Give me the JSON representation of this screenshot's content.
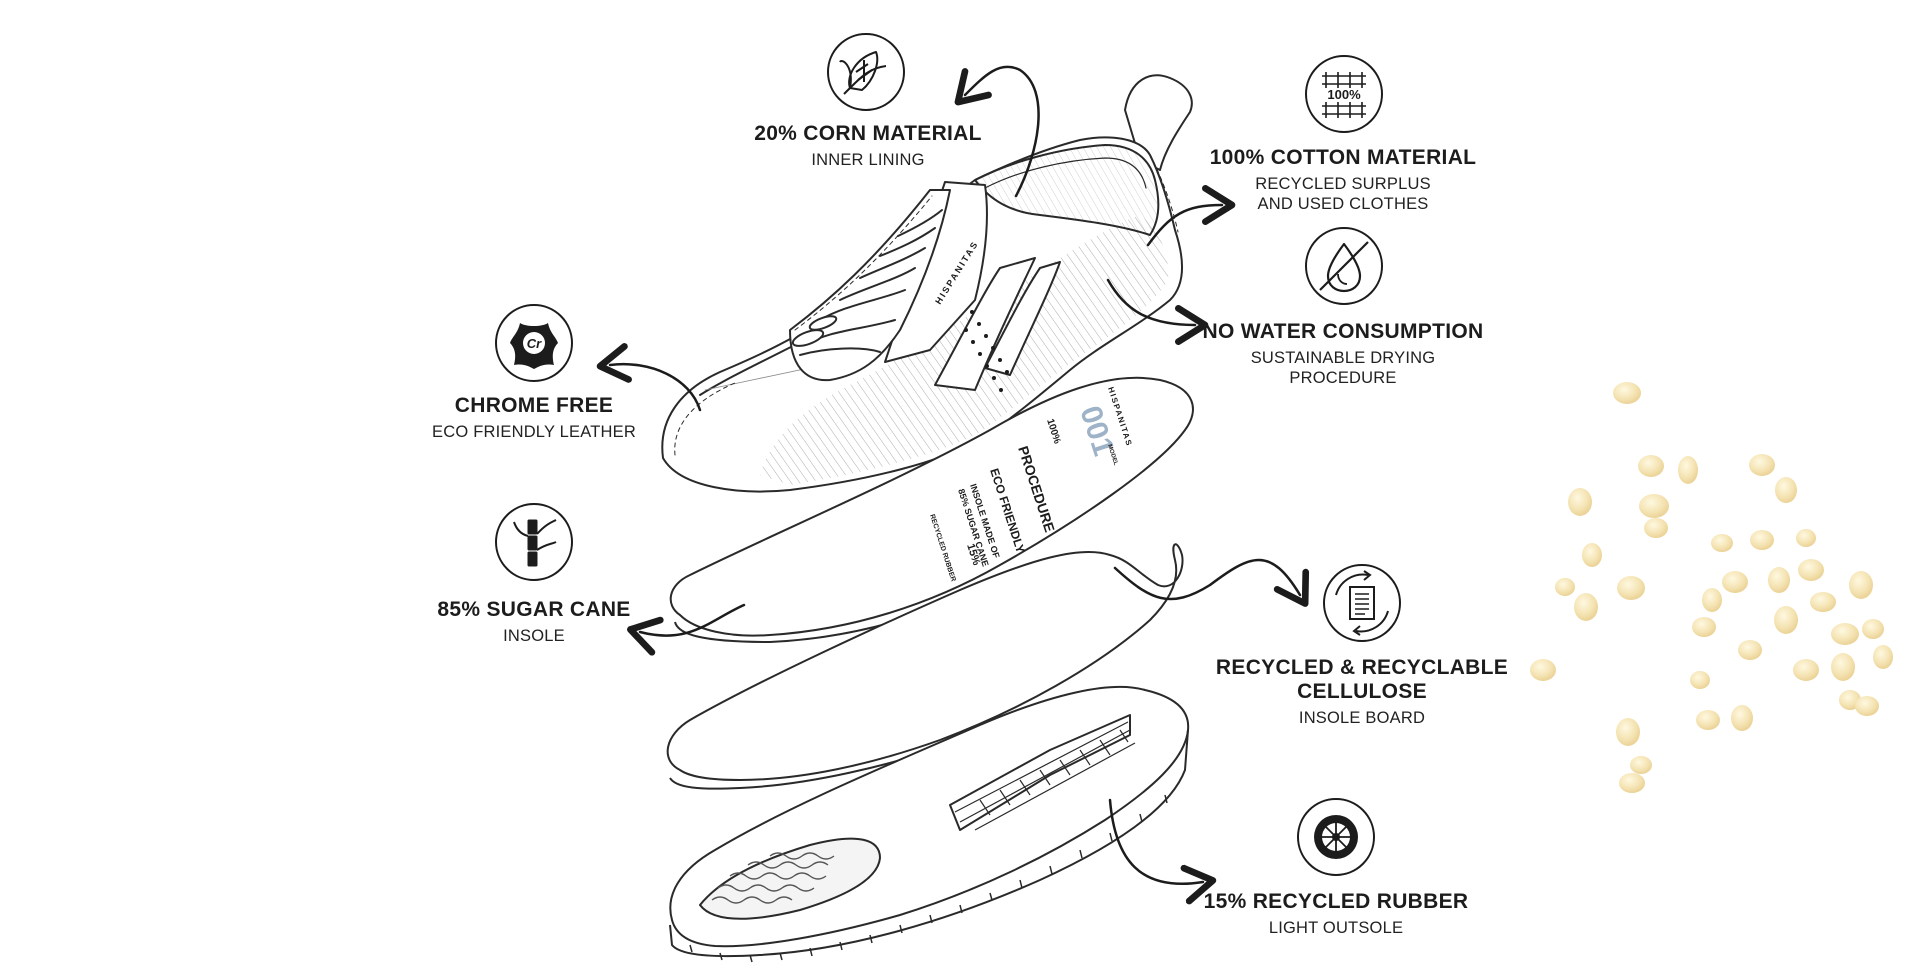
{
  "features": [
    {
      "id": "corn",
      "icon": "corn-icon",
      "title": "20% CORN MATERIAL",
      "subtitle_lines": [
        "INNER LINING"
      ]
    },
    {
      "id": "cotton",
      "icon": "cotton-100-icon",
      "icon_text": "100%",
      "title": "100% COTTON MATERIAL",
      "subtitle_lines": [
        "RECYCLED SURPLUS",
        "AND USED CLOTHES"
      ]
    },
    {
      "id": "water",
      "icon": "no-water-drop-icon",
      "title": "NO WATER CONSUMPTION",
      "subtitle_lines": [
        "SUSTAINABLE DRYING",
        "PROCEDURE"
      ]
    },
    {
      "id": "chrome",
      "icon": "leather-hide-cr-icon",
      "icon_text": "Cr",
      "title": "CHROME FREE",
      "subtitle_lines": [
        "ECO FRIENDLY LEATHER"
      ]
    },
    {
      "id": "sugar",
      "icon": "sugar-cane-icon",
      "title": "85% SUGAR CANE",
      "subtitle_lines": [
        "INSOLE"
      ]
    },
    {
      "id": "cellulose",
      "icon": "recycled-paper-icon",
      "title_lines": [
        "RECYCLED & RECYCLABLE",
        "CELLULOSE"
      ],
      "subtitle_lines": [
        "INSOLE BOARD"
      ]
    },
    {
      "id": "rubber",
      "icon": "tire-wheel-icon",
      "title": "15% RECYCLED RUBBER",
      "subtitle_lines": [
        "LIGHT OUTSOLE"
      ]
    }
  ],
  "shoe_print": {
    "brand": "HISPANITAS",
    "model_number": "001",
    "model_word": "MODEL",
    "insole_lines": [
      "100%",
      "PROCEDURE",
      "ECO FRIENDLY",
      "INSOLE MADE OF",
      "85% SUGAR CANE",
      "15%",
      "RECYCLED RUBBER"
    ]
  },
  "colors": {
    "ink": "#1c1c1c",
    "line": "#2a2a2a",
    "corn_kernel": "#f3dfa6",
    "insole_blue": "#9fb3c8"
  }
}
